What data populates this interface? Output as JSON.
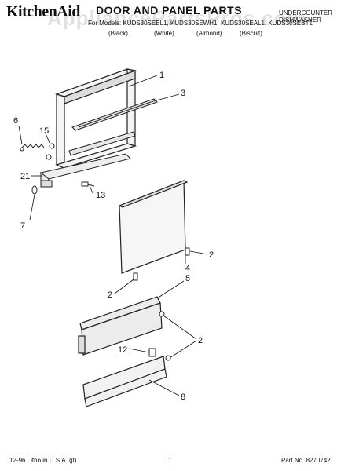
{
  "header": {
    "brand": "KitchenAid",
    "title": "DOOR AND PANEL PARTS",
    "models": "For Models: KUDS30SEBL1, KUDS30SEWH1, KUDS30SEAL1, KUDS30SEBT1",
    "colors": [
      "(Black)",
      "(White)",
      "(Almond)",
      "(Biscuit)"
    ],
    "appliance": "UNDERCOUNTER\nDISHWASHER",
    "watermark": "AppliancePartsPros.com"
  },
  "callouts": [
    "1",
    "3",
    "6",
    "15",
    "21",
    "13",
    "7",
    "2",
    "4",
    "5",
    "2",
    "2",
    "12",
    "8"
  ],
  "footer": {
    "left": "12-96 Litho in U.S.A. (jt)",
    "page": "1",
    "part_no": "Part No. 8270742"
  }
}
